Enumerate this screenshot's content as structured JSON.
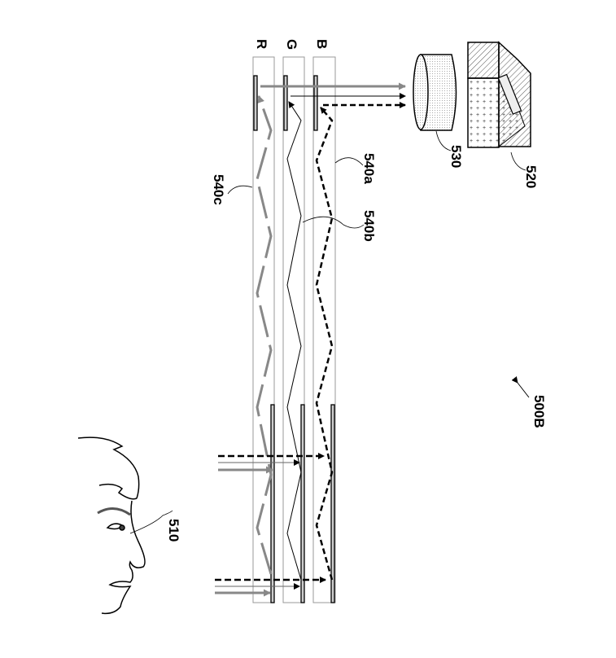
{
  "figure_id": "500B",
  "layers": {
    "r": "R",
    "g": "G",
    "b": "B"
  },
  "labels": {
    "eye": "510",
    "projector": "520",
    "lens": "530",
    "waveguide_a": "540a",
    "waveguide_b": "540b",
    "waveguide_c": "540c"
  },
  "colors": {
    "red_path": "#888888",
    "green_path": "#000000",
    "blue_path": "#000000"
  }
}
